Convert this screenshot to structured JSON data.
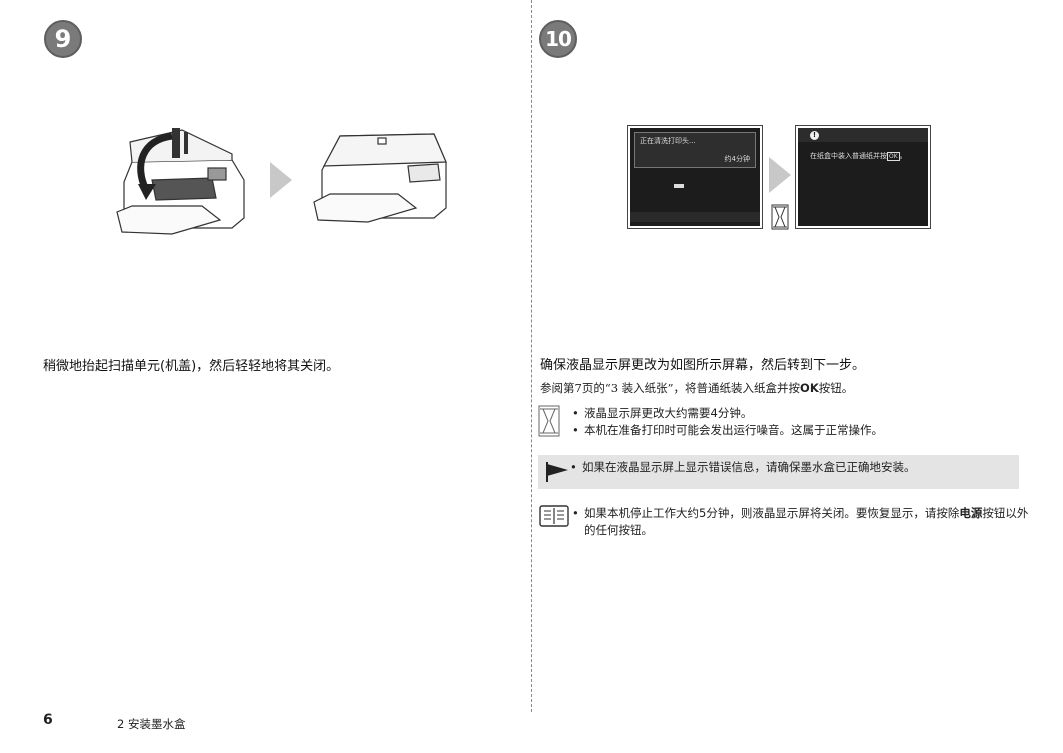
{
  "step9": {
    "badge": "9",
    "instruction": "稍微地抬起扫描单元(机盖)，然后轻轻地将其关闭。"
  },
  "step10": {
    "badge": "10",
    "screen1_line1": "正在清洗打印头...",
    "screen1_line2": "约4分钟",
    "screen2_line1": "在纸盒中装入普通纸并按",
    "screen2_ok": "OK",
    "screen2_end": "。",
    "instruction": "确保液晶显示屏更改为如图所示屏幕，然后转到下一步。",
    "ref_pre": "参阅第7页的“3 装入纸张”，将普通纸装入纸盒并按",
    "ref_ok": "OK",
    "ref_post": "按钮。",
    "hourglass_bullets": [
      "液晶显示屏更改大约需要4分钟。",
      "本机在准备打印时可能会发出运行噪音。这属于正常操作。"
    ],
    "warning": "如果在液晶显示屏上显示错误信息，请确保墨水盒已正确地安装。",
    "note_pre": "如果本机停止工作大约5分钟，则液晶显示屏将关闭。要恢复显示，请按除",
    "note_bold": "电源",
    "note_post": "按钮以外的任何按钮。"
  },
  "footer": {
    "page_number": "6",
    "chapter": "2 安装墨水盒"
  },
  "colors": {
    "badge_bg": "#7a7a7a",
    "warning_bg": "#e4e4e4",
    "lcd_bg": "#1c1c1c"
  }
}
